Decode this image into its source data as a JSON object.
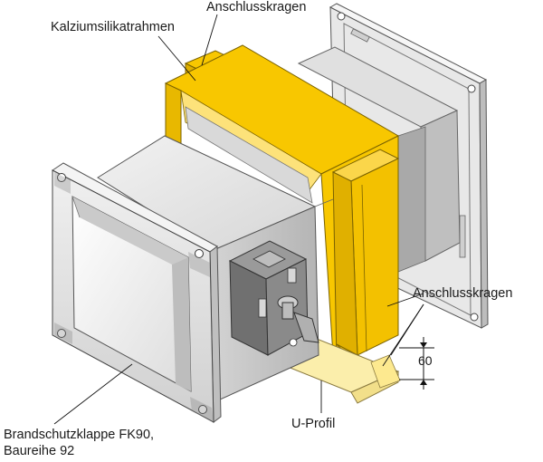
{
  "labels": {
    "top_collar": "Anschlusskragen",
    "calcium_frame": "Kalziumsilikatrahmen",
    "right_collar": "Anschlusskragen",
    "u_profile": "U-Profil",
    "damper_line1": "Brandschutzklappe FK90,",
    "damper_line2": "Baureihe 92",
    "dimension": "60"
  },
  "colors": {
    "insulation_yellow": "#f8c700",
    "insulation_dark": "#d9a600",
    "u_profile": "#fbeeab",
    "steel_light": "#e4e4e4",
    "steel_mid": "#c9c9c9",
    "steel_dark": "#a3a3a3",
    "actuator": "#7b7b7b"
  }
}
